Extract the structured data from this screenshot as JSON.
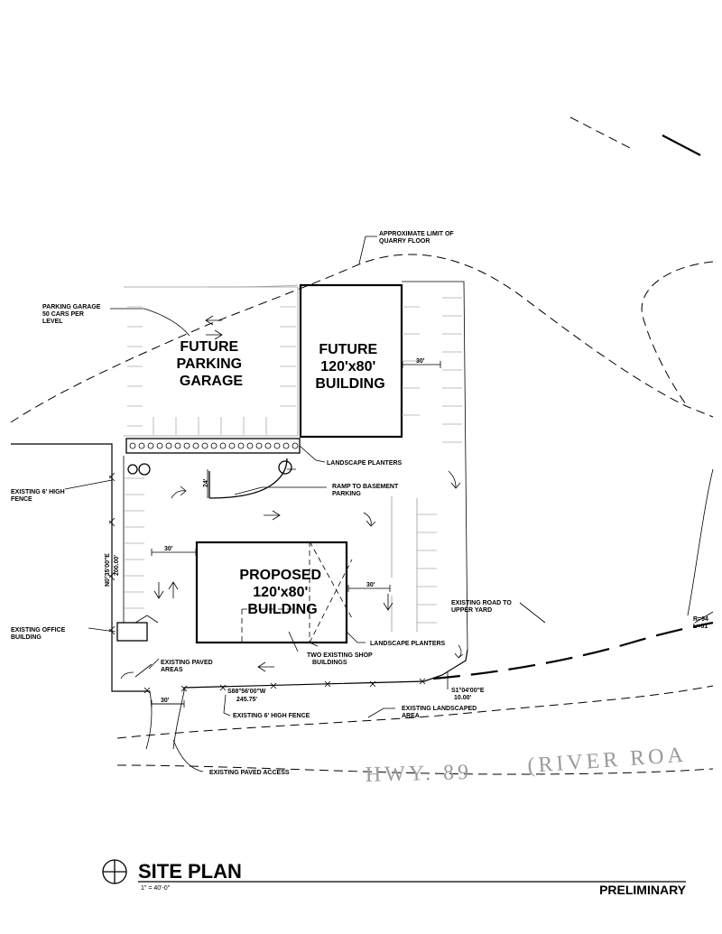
{
  "buildings": {
    "garage": [
      "FUTURE",
      "PARKING",
      "GARAGE"
    ],
    "future": [
      "FUTURE",
      "120'x80'",
      "BUILDING"
    ],
    "proposed": [
      "PROPOSED",
      "120'x80'",
      "BUILDING"
    ]
  },
  "labels": {
    "quarry_1": "APPROXIMATE LIMIT OF",
    "quarry_2": "QUARRY FLOOR",
    "garage_note_1": "PARKING GARAGE",
    "garage_note_2": "50 CARS PER",
    "garage_note_3": "LEVEL",
    "landscape_planters_top": "LANDSCAPE PLANTERS",
    "ramp_1": "RAMP TO BASEMENT",
    "ramp_2": "PARKING",
    "fence_left_1": "EXISTING 6' HIGH",
    "fence_left_2": "FENCE",
    "office_1": "EXISTING OFFICE",
    "office_2": "BUILDING",
    "paved_1": "EXISTING PAVED",
    "paved_2": "AREAS",
    "shops_1": "TWO EXISTING SHOP",
    "shops_2": "BUILDINGS",
    "landscape_planters_bottom": "LANDSCAPE PLANTERS",
    "road_1": "EXISTING ROAD TO",
    "road_2": "UPPER YARD",
    "fence_bottom": "EXISTING 6' HIGH FENCE",
    "landscaped_1": "EXISTING LANDSCAPED",
    "landscaped_2": "AREA",
    "paved_access": "EXISTING PAVED ACCESS",
    "curve_r": "R=94",
    "curve_l": "L=61"
  },
  "dims": {
    "d30_top": "30'",
    "d24": "24'",
    "d30_left": "30'",
    "d30_right": "30'",
    "d30_bottom": "30'",
    "bearing_west": "N0°35'00\"E",
    "dist_west": "200.00'",
    "bearing_south": "S88°56'00\"W",
    "dist_south": "245.75'",
    "bearing_east": "S1°04'00\"E",
    "dist_east": "10.00'"
  },
  "road": {
    "hwy": "HWY. 89",
    "river": "(RIVER ROA"
  },
  "title_block": {
    "title": "SITE PLAN",
    "scale": "1\" = 40'-0\"",
    "status": "PRELIMINARY"
  }
}
